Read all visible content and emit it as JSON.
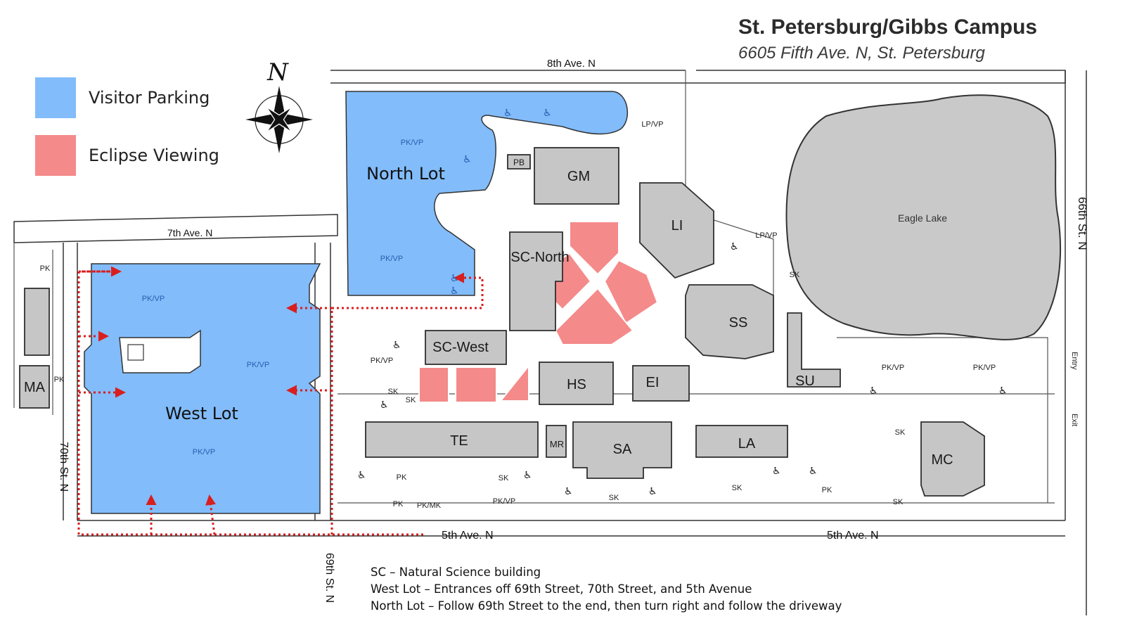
{
  "title": "St. Petersburg/Gibbs Campus",
  "subtitle": "6605 Fifth Ave. N, St. Petersburg",
  "compass_letter": "N",
  "legend": [
    {
      "label": "Visitor Parking",
      "color": "#82bcfa"
    },
    {
      "label": "Eclipse Viewing",
      "color": "#f48a8a"
    }
  ],
  "colors": {
    "building": "#c6c6c6",
    "outline": "#2f2f2f",
    "road": "#ffffff",
    "route": "#d91e1e"
  },
  "lots": {
    "north": "North Lot",
    "west": "West Lot",
    "lake": "Eagle Lake"
  },
  "streets": {
    "ave8": "8th Ave. N",
    "ave7": "7th Ave. N",
    "ave5_left": "5th Ave. N",
    "ave5_right": "5th Ave. N",
    "st66": "66th St. N",
    "st70": "70th St. N",
    "st69": "69th St. N"
  },
  "buildings": {
    "GM": "GM",
    "PB": "PB",
    "LI": "LI",
    "SC_North": "SC-North",
    "SS": "SS",
    "SU": "SU",
    "SC_West": "SC-West",
    "HS": "HS",
    "EI": "EI",
    "TE": "TE",
    "MR": "MR",
    "SA": "SA",
    "LA": "LA",
    "MC": "MC",
    "MA": "MA"
  },
  "lot_codes": {
    "north_top": "PK/VP",
    "north_bottom": "PK/VP",
    "west_top": "PK/VP",
    "west_mid": "PK/VP",
    "west_bottom": "PK/VP",
    "mid_pkvp": "PK/VP",
    "east_pkvp_1": "PK/VP",
    "east_pkvp_2": "PK/VP",
    "lp_vp_1": "LP/VP",
    "lp_vp_2": "LP/VP",
    "pk_left_top": "PK",
    "pk_left_mid": "PK",
    "pk_bottom_1": "PK",
    "pk_bottom_2": "PK",
    "pk_mk": "PK/MK",
    "pk_vp_bottom": "PK/VP",
    "pk_right": "PK",
    "sk_1": "SK",
    "sk_2": "SK",
    "sk_3": "SK",
    "sk_4": "SK",
    "sk_5": "SK",
    "sk_6": "SK",
    "sk_7": "SK",
    "sk_8": "SK"
  },
  "entry_labels": {
    "entry": "Entry",
    "exit": "Exit"
  },
  "notes": [
    "SC – Natural Science building",
    "West Lot – Entrances off 69th Street, 70th Street, and 5th Avenue",
    "North Lot – Follow 69th Street to the end, then turn right and follow the driveway"
  ]
}
